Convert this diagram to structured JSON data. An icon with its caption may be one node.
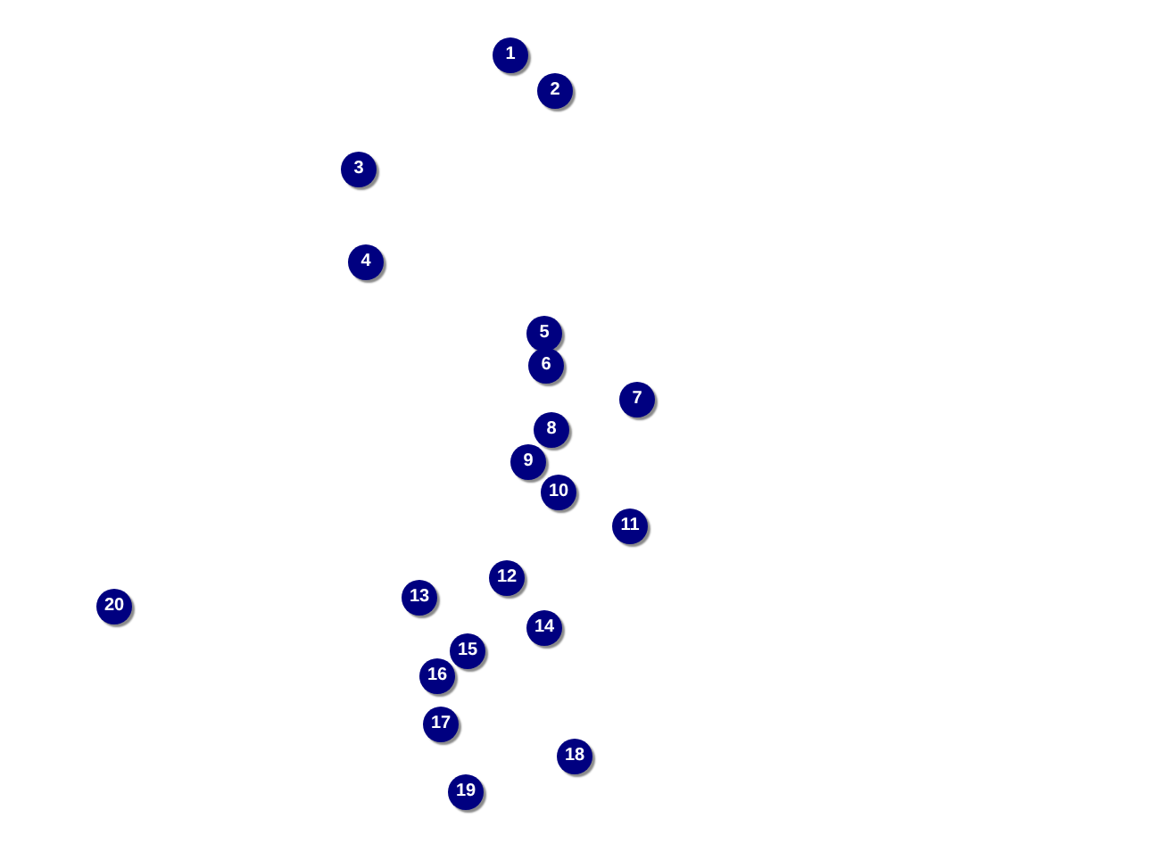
{
  "diagram": {
    "labels": [
      "1",
      "2",
      "3",
      "4",
      "5",
      "6",
      "7",
      "8",
      "9",
      "10",
      "11",
      "12",
      "13",
      "14",
      "15",
      "16",
      "17",
      "18",
      "19",
      "20"
    ]
  }
}
